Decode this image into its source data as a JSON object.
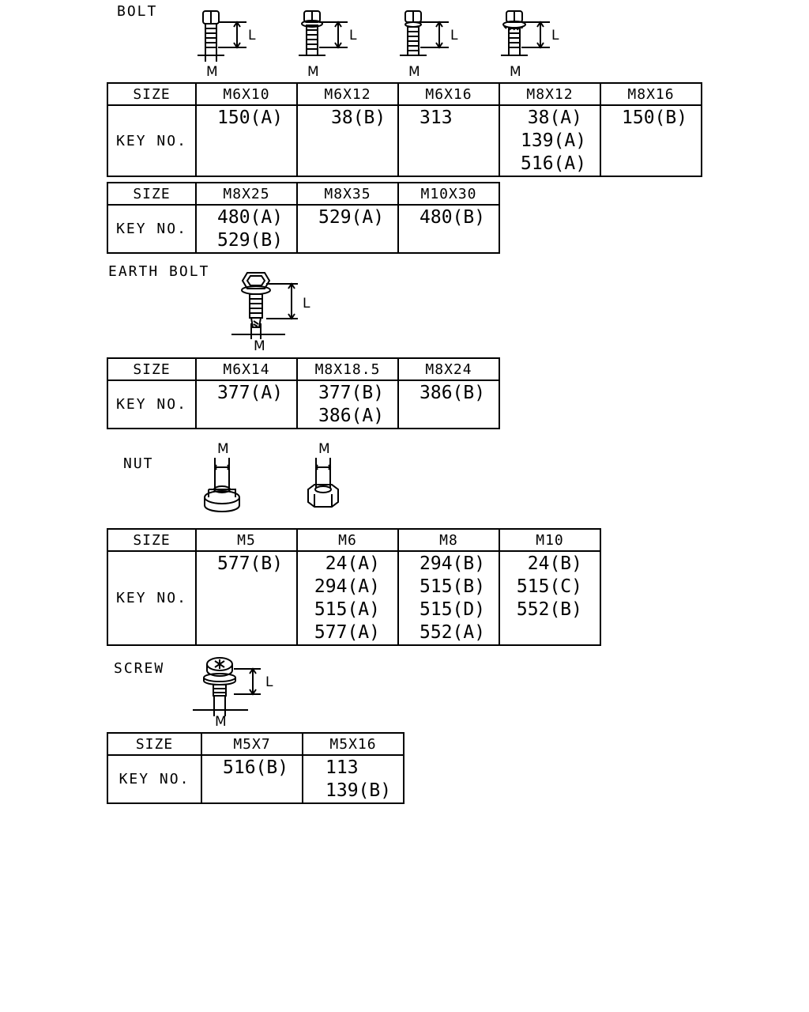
{
  "sections": {
    "bolt": {
      "label": "BOLT",
      "icon_names": [
        "hex-bolt-icon",
        "flange-bolt-icon",
        "washer-bolt-icon",
        "serrated-flange-bolt-icon"
      ],
      "dim_m": "M",
      "dim_l": "L",
      "tables": [
        {
          "size_label": "SIZE",
          "key_label": "KEY NO.",
          "sizes": [
            "M6X10",
            "M6X12",
            "M6X16",
            "M8X12",
            "M8X16"
          ],
          "keys": [
            [
              "150(A)"
            ],
            [
              "38(B)"
            ],
            [
              "313"
            ],
            [
              "38(A)",
              "139(A)",
              "516(A)"
            ],
            [
              "150(B)"
            ]
          ]
        },
        {
          "size_label": "SIZE",
          "key_label": "KEY NO.",
          "sizes": [
            "M8X25",
            "M8X35",
            "M10X30"
          ],
          "keys": [
            [
              "480(A)",
              "529(B)"
            ],
            [
              "529(A)"
            ],
            [
              "480(B)"
            ]
          ]
        }
      ]
    },
    "earth_bolt": {
      "label": "EARTH BOLT",
      "icon_names": [
        "earth-bolt-icon"
      ],
      "dim_m": "M",
      "dim_l": "L",
      "table": {
        "size_label": "SIZE",
        "key_label": "KEY NO.",
        "sizes": [
          "M6X14",
          "M8X18.5",
          "M8X24"
        ],
        "keys": [
          [
            "377(A)"
          ],
          [
            "377(B)",
            "386(A)"
          ],
          [
            "386(B)"
          ]
        ]
      }
    },
    "nut": {
      "label": "NUT",
      "icon_names": [
        "flange-nut-icon",
        "hex-nut-icon"
      ],
      "dim_m": "M",
      "table": {
        "size_label": "SIZE",
        "key_label": "KEY NO.",
        "sizes": [
          "M5",
          "M6",
          "M8",
          "M10"
        ],
        "keys": [
          [
            "577(B)"
          ],
          [
            "24(A)",
            "294(A)",
            "515(A)",
            "577(A)"
          ],
          [
            "294(B)",
            "515(B)",
            "515(D)",
            "552(A)"
          ],
          [
            "24(B)",
            "515(C)",
            "552(B)"
          ]
        ]
      }
    },
    "screw": {
      "label": "SCREW",
      "icon_names": [
        "washer-screw-icon"
      ],
      "dim_m": "M",
      "dim_l": "L",
      "table": {
        "size_label": "SIZE",
        "key_label": "KEY NO.",
        "sizes": [
          "M5X7",
          "M5X16"
        ],
        "keys": [
          [
            "516(B)"
          ],
          [
            "113",
            "139(B)"
          ]
        ]
      }
    }
  }
}
